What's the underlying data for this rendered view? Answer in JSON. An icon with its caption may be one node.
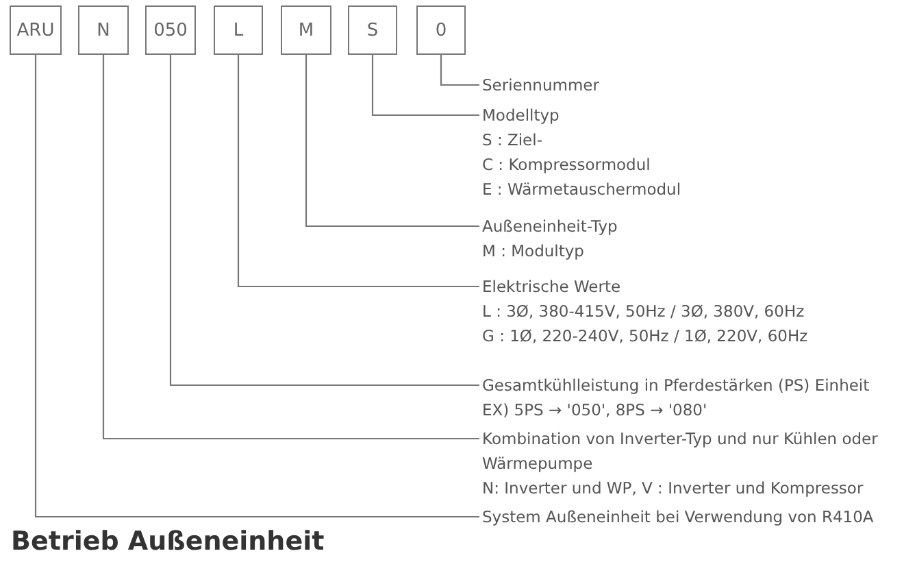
{
  "diagram": {
    "title": "Betrieb Außeneinheit",
    "nodes": [
      {
        "text": [
          "ARU"
        ]
      },
      {
        "text": [
          "N"
        ]
      },
      {
        "text": [
          "050"
        ]
      },
      {
        "text": [
          "L"
        ]
      },
      {
        "text": [
          "M"
        ]
      },
      {
        "text": [
          "S"
        ]
      },
      {
        "text": [
          "0"
        ]
      },
      {
        "text": [
          "Seriennummer"
        ]
      },
      {
        "text": [
          "Modelltyp",
          "S : Ziel-",
          "C : Kompressormodul",
          "E : Wärmetauschermodul"
        ]
      },
      {
        "text": [
          "Außeneinheit-Typ",
          "M : Modultyp"
        ]
      },
      {
        "text": [
          "Elektrische Werte",
          "L : 3Ø, 380-415V, 50Hz / 3Ø, 380V, 60Hz",
          "G : 1Ø, 220-240V, 50Hz / 1Ø, 220V, 60Hz"
        ]
      },
      {
        "text": [
          "Gesamtkühlleistung in Pferdestärken (PS) Einheit",
          "EX) 5PS → '050', 8PS → '080'"
        ]
      },
      {
        "text": [
          "Kombination von Inverter-Typ und nur Kühlen oder Wärmepumpe",
          "N: Inverter und WP, V : Inverter und Kompressor"
        ]
      },
      {
        "text": [
          "System Außeneinheit bei Verwendung von R410A"
        ]
      }
    ],
    "edges": [
      {
        "from": 6,
        "to": 7,
        "arrow": "none"
      },
      {
        "from": 5,
        "to": 8,
        "arrow": "none"
      },
      {
        "from": 4,
        "to": 9,
        "arrow": "none"
      },
      {
        "from": 3,
        "to": 10,
        "arrow": "none"
      },
      {
        "from": 2,
        "to": 11,
        "arrow": "none"
      },
      {
        "from": 1,
        "to": 12,
        "arrow": "none"
      },
      {
        "from": 0,
        "to": 13,
        "arrow": "none"
      }
    ]
  }
}
